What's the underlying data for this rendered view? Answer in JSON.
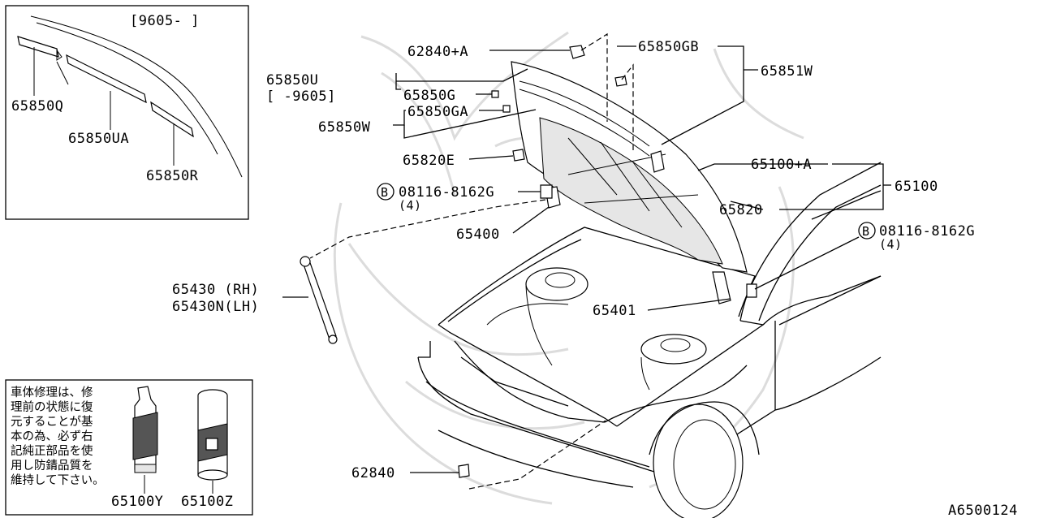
{
  "diagram_id": "A6500124",
  "inset_top": {
    "date_range": "[9605-     ]",
    "labels": {
      "q": "65850Q",
      "ua": "65850UA",
      "r": "65850R"
    }
  },
  "inset_bottom": {
    "note_lines": [
      "車体修理は、修",
      "理前の状態に復",
      "元することが基",
      "本の為、必ず右",
      "記純正部品を使",
      "用し防錆品質を",
      "維持して下さい。"
    ],
    "label_y": "65100Y",
    "label_z": "65100Z"
  },
  "callouts": {
    "p62840a": "62840+A",
    "p65850gb": "65850GB",
    "p65851w": "65851W",
    "p65850u": "65850U",
    "p65850u_range": "[     -9605]",
    "p65850g": "65850G",
    "p65850ga": "65850GA",
    "p65850w": "65850W",
    "p65820e": "65820E",
    "p65100a": "65100+A",
    "p65100": "65100",
    "bolt_left_code": "08116-8162G",
    "bolt_left_qty": "(4)",
    "bolt_right_code": "08116-8162G",
    "bolt_right_qty": "(4)",
    "bolt_badge": "B",
    "p65820": "65820",
    "p65400": "65400",
    "p65430_rh": "65430 (RH)",
    "p65430n_lh": "65430N(LH)",
    "p65401": "65401",
    "p62840": "62840"
  }
}
